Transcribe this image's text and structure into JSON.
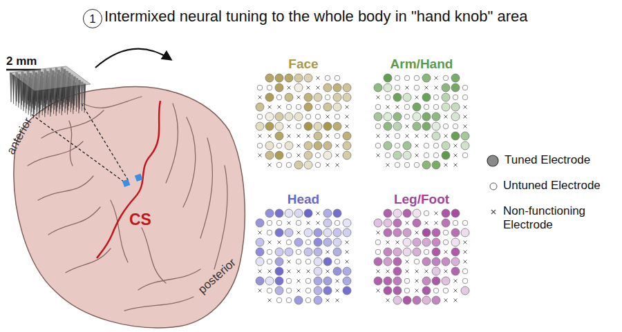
{
  "diagram": {
    "title": "Intermixed neural tuning to the whole body in \"hand knob\" area",
    "nodes": [
      {
        "text": [
          "1"
        ]
      }
    ],
    "labels": [
      "2 mm",
      "anterior",
      "posterior",
      "CS",
      "Face",
      "Arm/Hand",
      "Head",
      "Leg/Foot"
    ],
    "legend": [
      {
        "text": "Tuned Electrode"
      },
      {
        "text": "Untuned Electrode"
      },
      {
        "text": "Non-functioning Electrode"
      }
    ]
  }
}
